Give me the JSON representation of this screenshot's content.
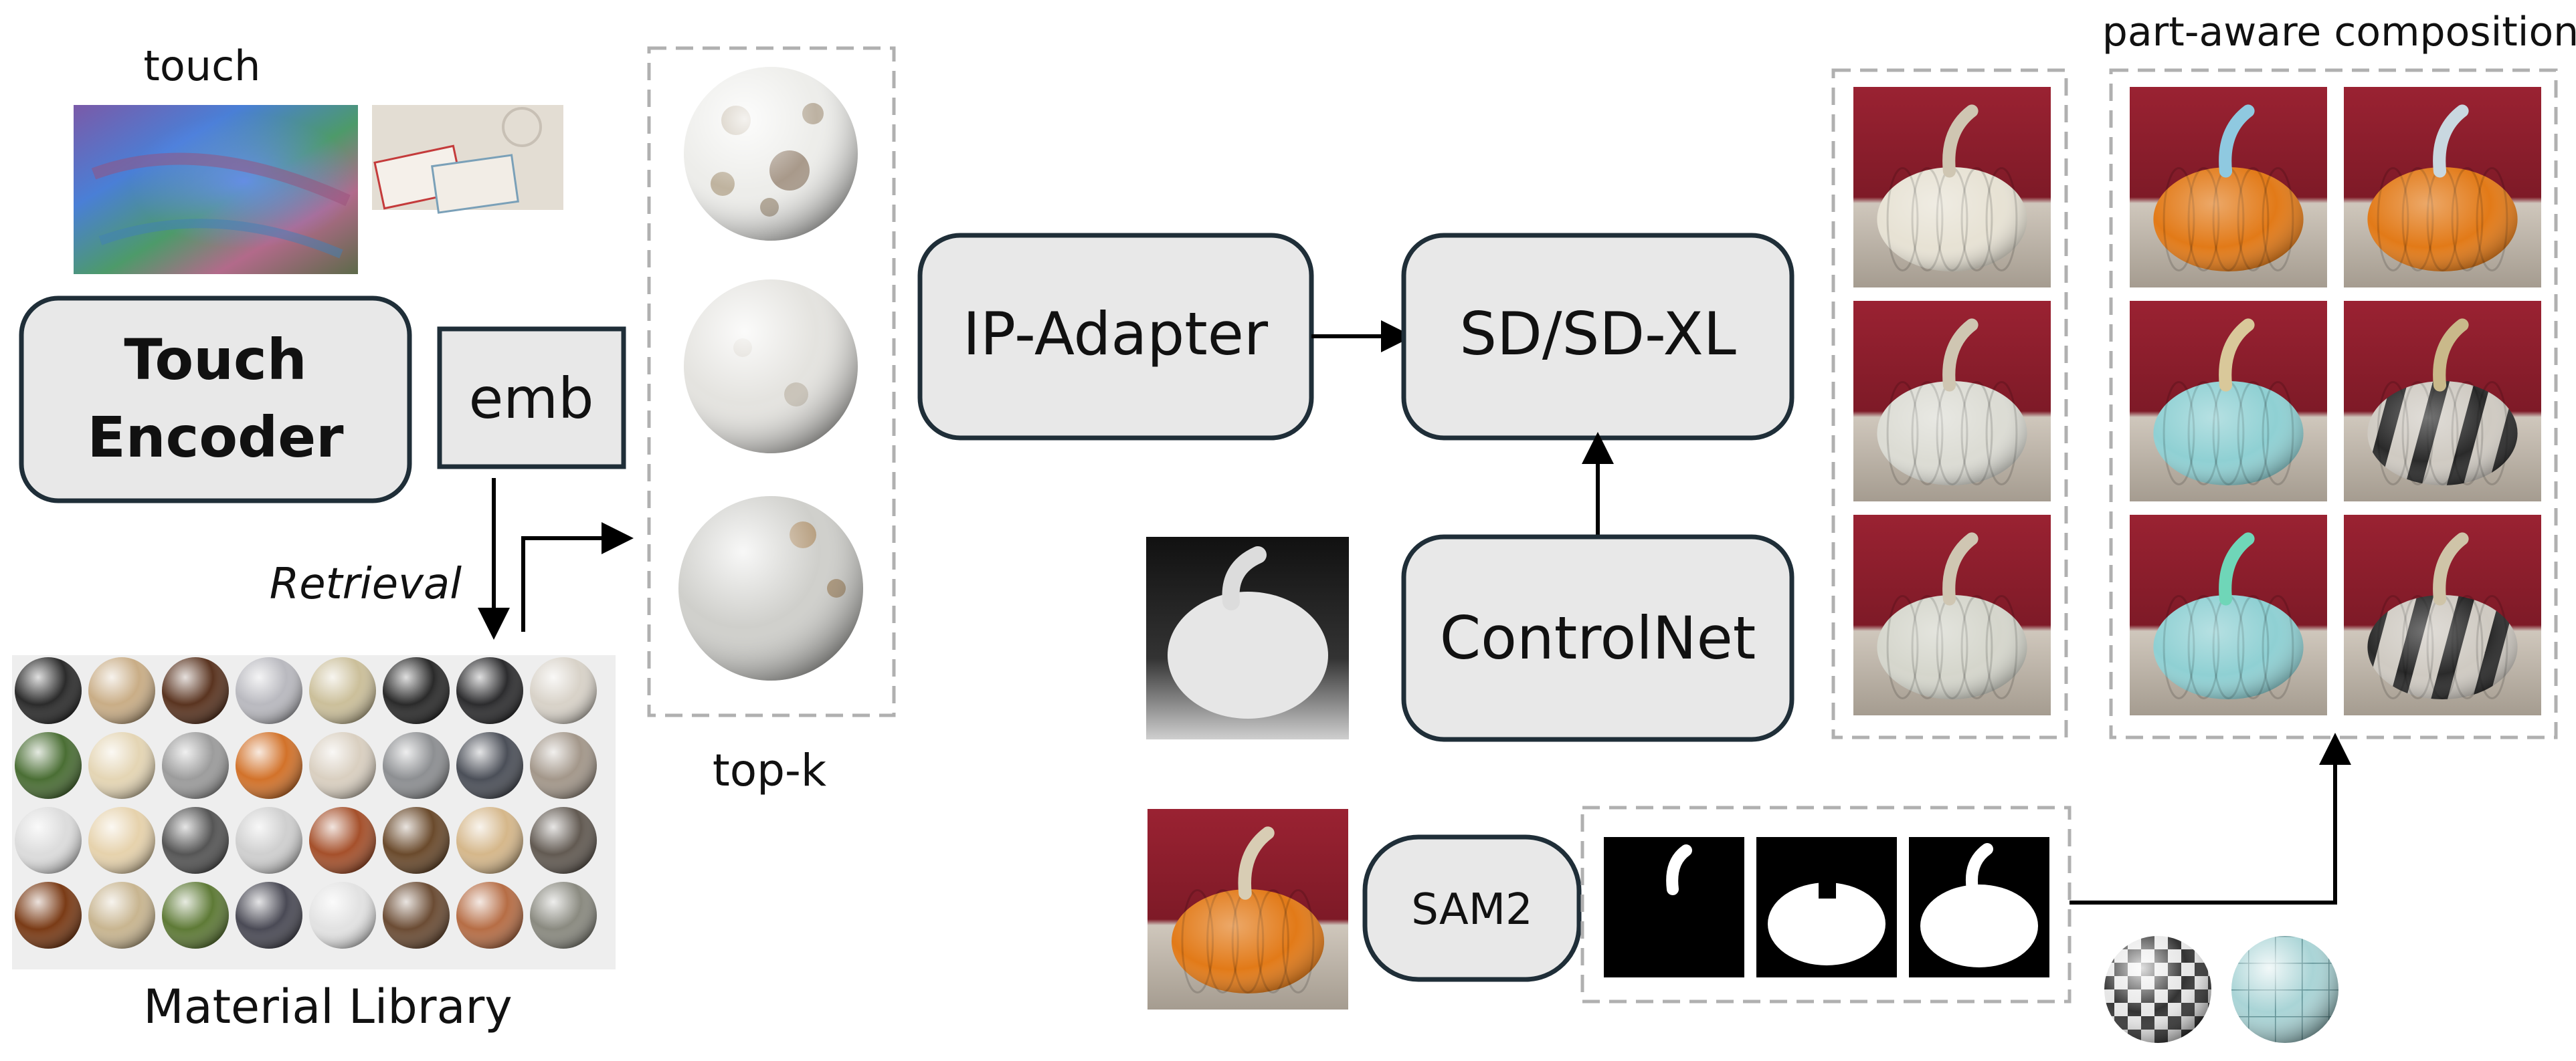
{
  "labels": {
    "touch": "touch",
    "touch_encoder_line1": "Touch",
    "touch_encoder_line2": "Encoder",
    "emb": "emb",
    "retrieval": "Retrieval",
    "material_library": "Material Library",
    "top_k": "top-k",
    "ip_adapter": "IP-Adapter",
    "sd": "SD/SD-XL",
    "controlnet": "ControlNet",
    "sam": "SAM2",
    "part_aware": "part-aware composition"
  },
  "colors": {
    "box_fill": "#e8e8e8",
    "box_stroke": "#1f2e38",
    "dash": "#b0b0b0",
    "pumpkin_orange": "#e27a18",
    "pumpkin_white": "#e9e6dd",
    "pumpkin_teal": "#8fd0d3",
    "backdrop_red": "#8c1d2a"
  },
  "library_materials": [
    "#2b2b2b",
    "#c9ad86",
    "#5a3420",
    "#b9b9bf",
    "#cbbf9a",
    "#2a2a2a",
    "#2c2c2e",
    "#d8d2c8",
    "#4a6e34",
    "#e4d5b4",
    "#9c9c9c",
    "#d2722a",
    "#d9cfc0",
    "#8d8f92",
    "#4b4f58",
    "#a3978a",
    "#dcdcdc",
    "#e6d2ac",
    "#555555",
    "#cfcfcf",
    "#a5502b",
    "#6a4a2c",
    "#d5b78a",
    "#625a52",
    "#7a3b16",
    "#c8b590",
    "#5e7a36",
    "#4a4a55",
    "#e2e2e2",
    "#6b4c34",
    "#b66d45",
    "#8a8a80"
  ]
}
